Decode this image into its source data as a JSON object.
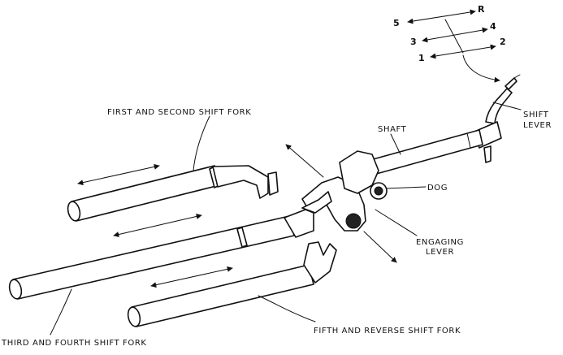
{
  "labels": {
    "first_second": "FIRST AND SECOND SHIFT FORK",
    "third_fourth": "THIRD AND FOURTH SHIFT FORK",
    "fifth_reverse": "FIFTH AND REVERSE SHIFT FORK",
    "shaft": "SHAFT",
    "dog": "DOG",
    "engaging_line1": "ENGAGING",
    "engaging_line2": "LEVER",
    "shift_line1": "SHIFT",
    "shift_line2": "LEVER"
  },
  "shift_pattern": {
    "g5": "5",
    "gR": "R",
    "g3": "3",
    "g4": "4",
    "g1": "1",
    "g2": "2"
  }
}
